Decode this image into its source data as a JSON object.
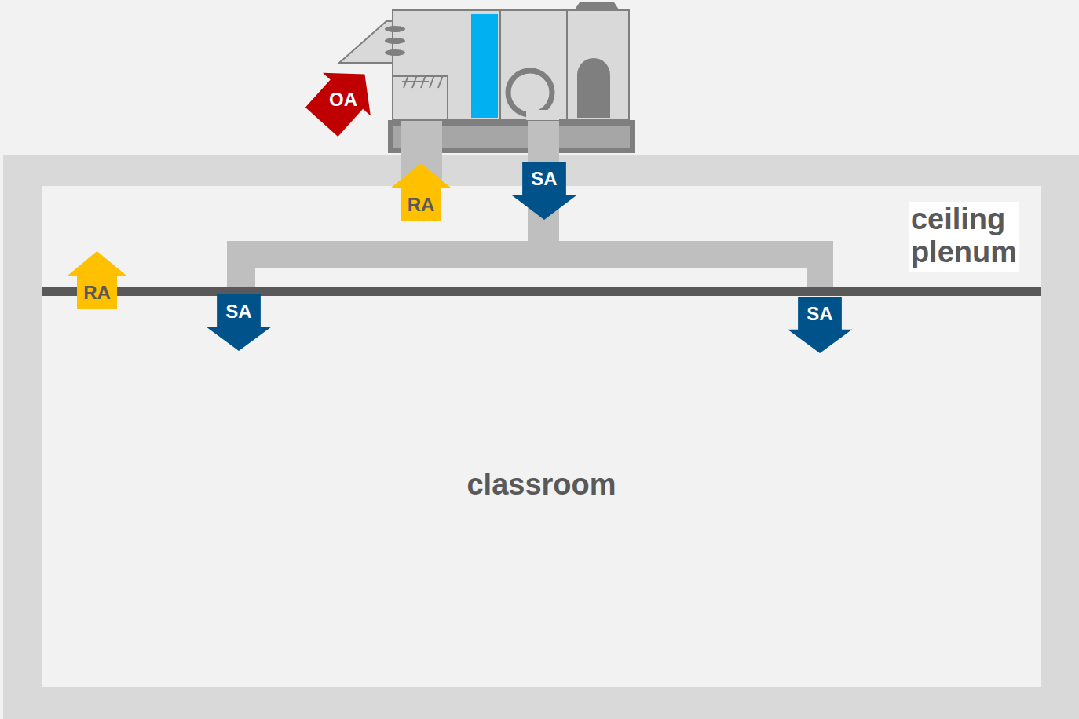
{
  "diagram": {
    "nodes": [
      {
        "text": [
          "OA"
        ]
      },
      {
        "text": [
          "RA"
        ]
      },
      {
        "text": [
          "SA"
        ]
      },
      {
        "text": [
          "ceiling plenum"
        ]
      },
      {
        "text": [
          "RA"
        ]
      },
      {
        "text": [
          "classroom"
        ]
      },
      {
        "text": [
          "SA"
        ],
        "in": 5
      },
      {
        "text": [
          "SA"
        ],
        "in": 5
      }
    ]
  }
}
